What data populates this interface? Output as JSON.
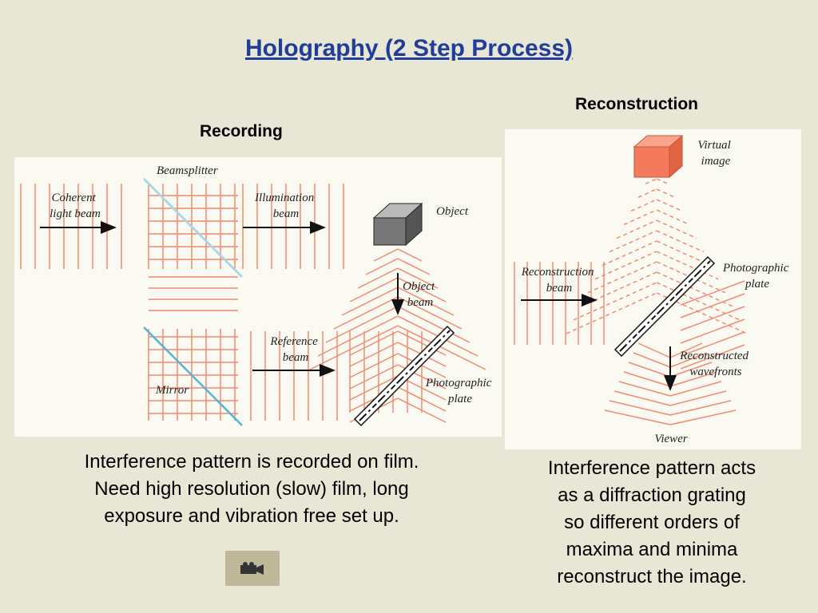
{
  "title": "Holography (2 Step Process)",
  "recording": {
    "heading": "Recording",
    "labels": {
      "coherent": [
        "Coherent",
        "light beam"
      ],
      "beamsplitter": "Beamsplitter",
      "illumination": [
        "Illumination",
        "beam"
      ],
      "object": "Object",
      "object_beam": [
        "Object",
        "beam"
      ],
      "reference": [
        "Reference",
        "beam"
      ],
      "mirror": "Mirror",
      "plate": [
        "Photographic",
        "plate"
      ]
    },
    "caption": [
      "Interference pattern is recorded on film.",
      "Need high resolution (slow) film, long",
      "exposure and vibration free set up."
    ]
  },
  "reconstruction": {
    "heading": "Reconstruction",
    "labels": {
      "virtual": [
        "Virtual",
        "image"
      ],
      "recon_beam": [
        "Reconstruction",
        "beam"
      ],
      "plate": [
        "Photographic",
        "plate"
      ],
      "wavefronts": [
        "Reconstructed",
        "wavefronts"
      ],
      "viewer": "Viewer"
    },
    "caption": [
      "Interference pattern acts",
      "as a diffraction grating",
      "so different orders of",
      "maxima and minima",
      "reconstruct the image."
    ]
  },
  "media": {
    "icon": "video-camera-icon"
  },
  "colors": {
    "wave": "#f08a70",
    "mirror": "#6fc4dc",
    "title": "#1f3d99",
    "background": "#e8e6d4",
    "panel": "#fbfaf2",
    "object_cube": "#808080",
    "virtual_cube": "#f37a5a"
  }
}
